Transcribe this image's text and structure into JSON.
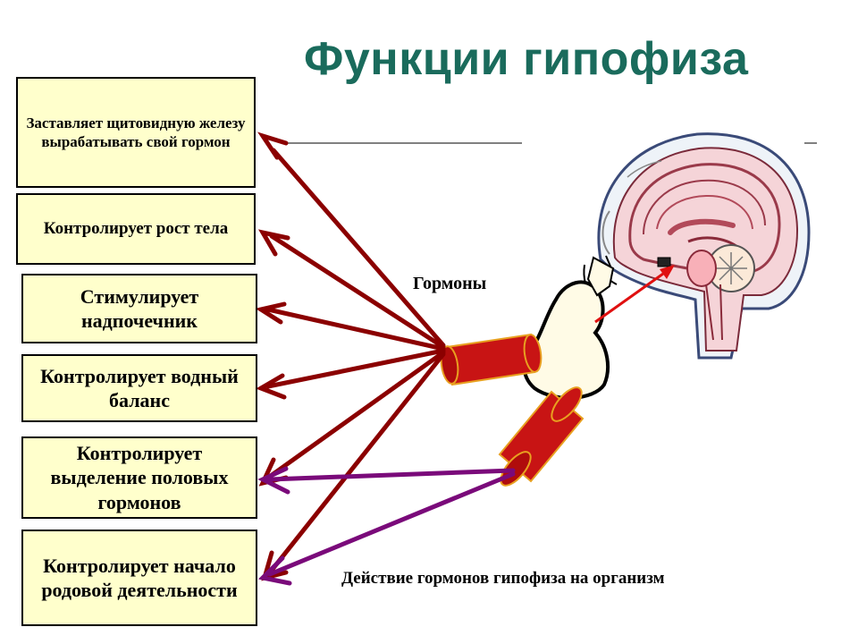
{
  "title": "Функции гипофиза",
  "functions": [
    "Заставляет щитовидную железу вырабатывать свой гормон",
    "Контролирует рост тела",
    "Стимулирует надпочечник",
    "Контролирует водный баланс",
    "Контролирует выделение половых гормонов",
    "Контролирует начало родовой деятельности"
  ],
  "hormones_label": "Гормоны",
  "caption": "Действие гормонов гипофиза на организм",
  "colors": {
    "title": "#1a6b5c",
    "box_fill": "#ffffcc",
    "arrow_dark_red": "#8b0000",
    "arrow_purple": "#7a0a7a",
    "pointer_red": "#e01010",
    "tube_red": "#c81414"
  }
}
